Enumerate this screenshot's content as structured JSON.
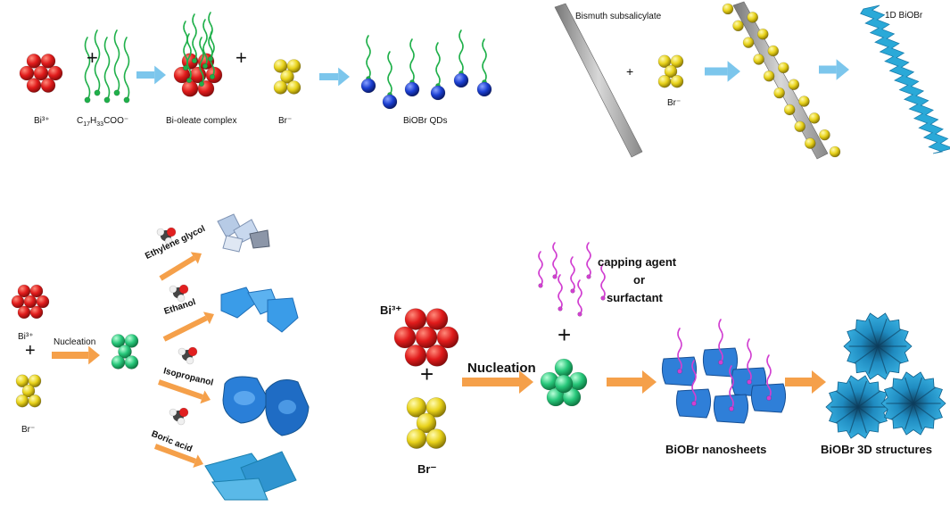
{
  "panel_a": {
    "bi_label": "Bi³⁺",
    "oleate_label_main": "C",
    "oleate_sub1": "17",
    "oleate_mid": "H",
    "oleate_sub2": "33",
    "oleate_end": "COO⁻",
    "complex_label": "Bi-oleate complex",
    "br_label": "Br⁻",
    "product_label": "BiOBr QDs",
    "plus": "+"
  },
  "panel_b": {
    "template_label": "Bismuth subsalicylate",
    "br_label": "Br⁻",
    "product_label": "1D BiOBr",
    "plus": "+"
  },
  "panel_c": {
    "bi_label": "Bi³⁺",
    "br_label": "Br⁻",
    "plus": "+",
    "nucleation_label": "Nucleation",
    "solvents": [
      "Ethylene glycol",
      "Ethanol",
      "Isopropanol",
      "Boric acid"
    ]
  },
  "panel_d": {
    "bi_label": "Bi³⁺",
    "br_label": "Br⁻",
    "plus": "+",
    "nucleation_label": "Nucleation",
    "capping_line1": "capping agent",
    "capping_line2": "or",
    "capping_line3": "surfactant",
    "nanosheets_label": "BiOBr nanosheets",
    "structures_label": "BiOBr 3D structures"
  },
  "colors": {
    "bi_red": "#e01b1b",
    "br_yellow": "#e8d21a",
    "nucleus_green": "#27c77a",
    "qd_blue": "#1b3fd1",
    "chain_green": "#1fb04a",
    "arrow_blue": "#7cc6ec",
    "arrow_orange": "#f5a04a",
    "sheet_blue": "#2f7fd8",
    "fiber_cyan": "#2aa9d8",
    "capping_magenta": "#d13fd1"
  }
}
